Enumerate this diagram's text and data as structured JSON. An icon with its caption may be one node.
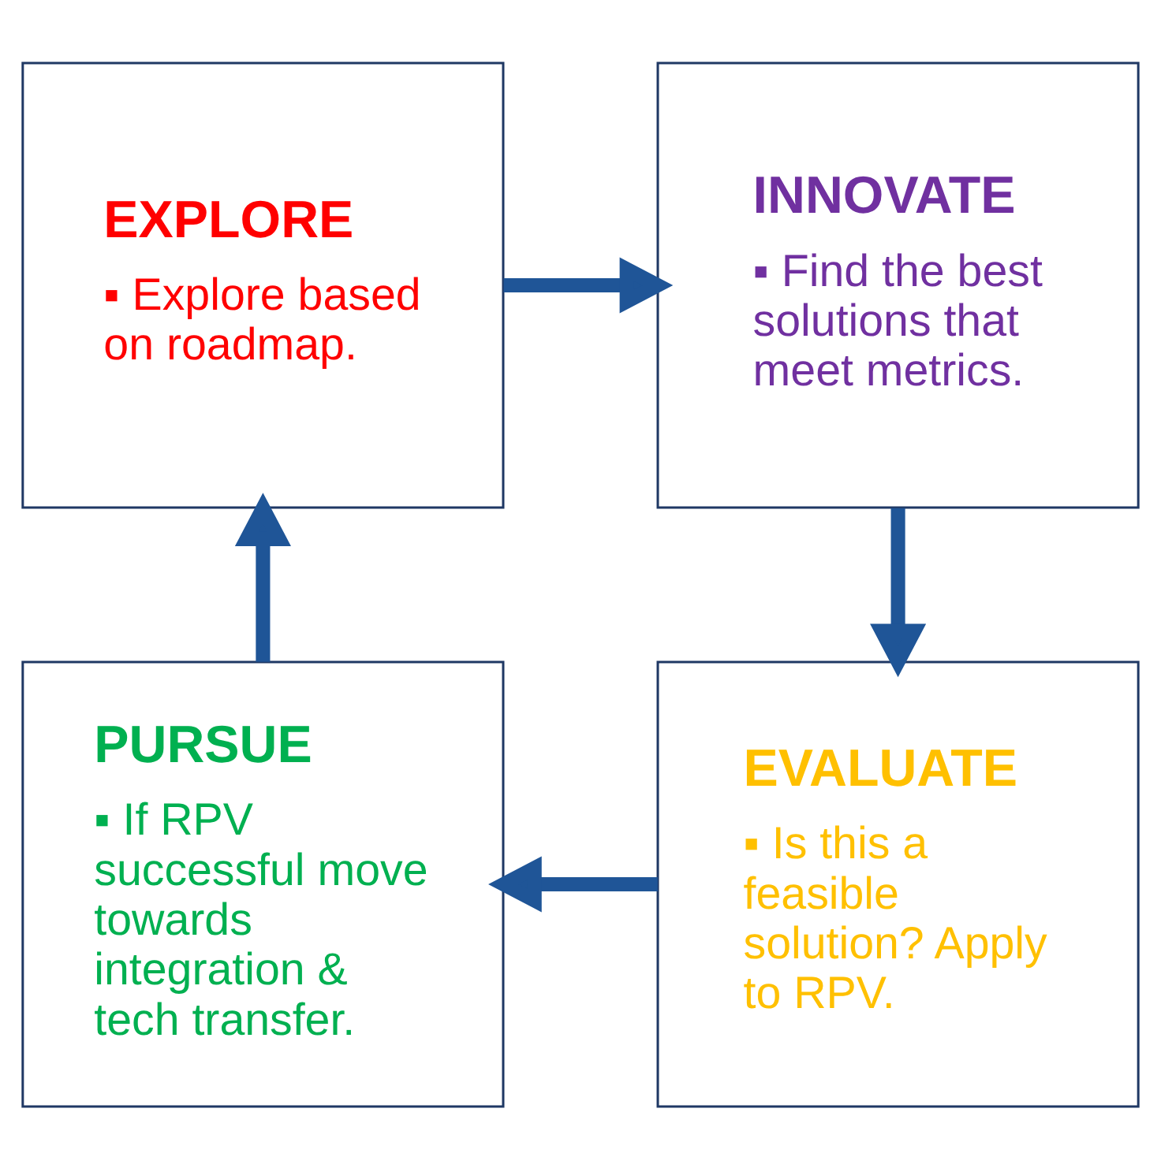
{
  "diagram": {
    "nodes": [
      {
        "text": [
          "EXPLORE",
          "▪ Explore based on roadmap."
        ]
      },
      {
        "text": [
          "INNOVATE",
          "▪ Find the best solutions that meet metrics."
        ]
      },
      {
        "text": [
          "EVALUATE",
          "▪ Is this a feasible solution? Apply to RPV."
        ]
      },
      {
        "text": [
          "PURSUE",
          "▪ If RPV successful move towards integration & tech transfer."
        ]
      }
    ],
    "edges": [
      {
        "from": 0,
        "to": 1,
        "arrow": "to"
      },
      {
        "from": 1,
        "to": 2,
        "arrow": "to"
      },
      {
        "from": 2,
        "to": 3,
        "arrow": "to"
      },
      {
        "from": 3,
        "to": 0,
        "arrow": "to"
      }
    ]
  }
}
